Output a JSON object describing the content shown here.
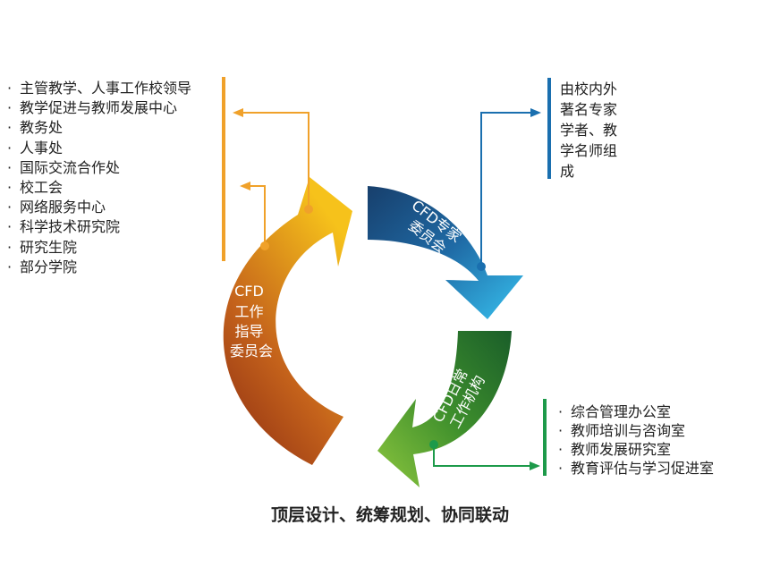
{
  "left_list": {
    "bullet": "·",
    "items": [
      "主管教学、人事工作校领导",
      "教学促进与教师发展中心",
      "教务处",
      "人事处",
      "国际交流合作处",
      "校工会",
      "网络服务中心",
      "科学技术研究院",
      "研究生院",
      "部分学院"
    ]
  },
  "right_text": {
    "lines": [
      "由校内外",
      "著名专家",
      "学者、教",
      "学名师组",
      "成"
    ]
  },
  "bottom_right_list": {
    "bullet": "·",
    "items": [
      "综合管理办公室",
      "教师培训与咨询室",
      "教师发展研究室",
      "教育评估与学习促进室"
    ]
  },
  "arrows": {
    "left": {
      "lines": [
        "CFD",
        "工作",
        "指导",
        "委员会"
      ]
    },
    "top_right": {
      "lines": [
        "CFD专家",
        "委员会"
      ]
    },
    "bottom": {
      "lines": [
        "CFD日常",
        "工作机构"
      ]
    }
  },
  "caption": "顶层设计、统筹规划、协同联动",
  "colors": {
    "orange": "#f0a12a",
    "blue": "#1a6faf",
    "green": "#1d9a4a"
  }
}
